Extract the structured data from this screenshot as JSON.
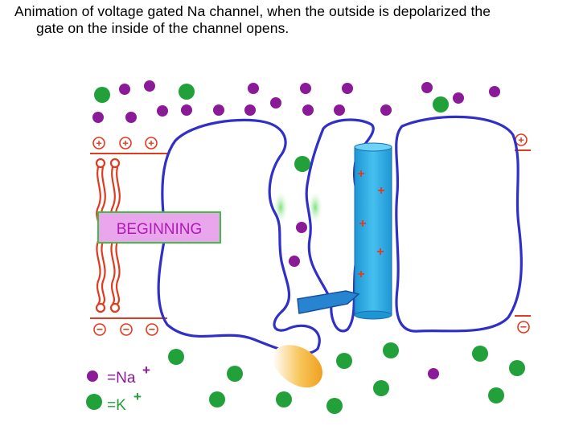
{
  "caption": {
    "line1": "Animation of voltage gated Na channel, when the outside is depolarized the",
    "line2": "gate on the inside of the channel opens."
  },
  "diagram": {
    "stage_label": "BEGINNING",
    "legend": {
      "na_label": "=Na",
      "na_superscript": "+",
      "k_label": "=K",
      "k_superscript": "+"
    },
    "charges": {
      "outside": "+",
      "inside": "−"
    },
    "colors": {
      "na_ion": "#8b1a98",
      "k_ion": "#22a03a",
      "membrane_protein_outline": "#3030c8",
      "channel_cylinder": "#29aee6",
      "lipid": "#e23a1e",
      "stage_box_fill": "#e9a6ec",
      "stage_box_border": "#3fbf3f",
      "stage_text": "#b01ab5"
    }
  }
}
